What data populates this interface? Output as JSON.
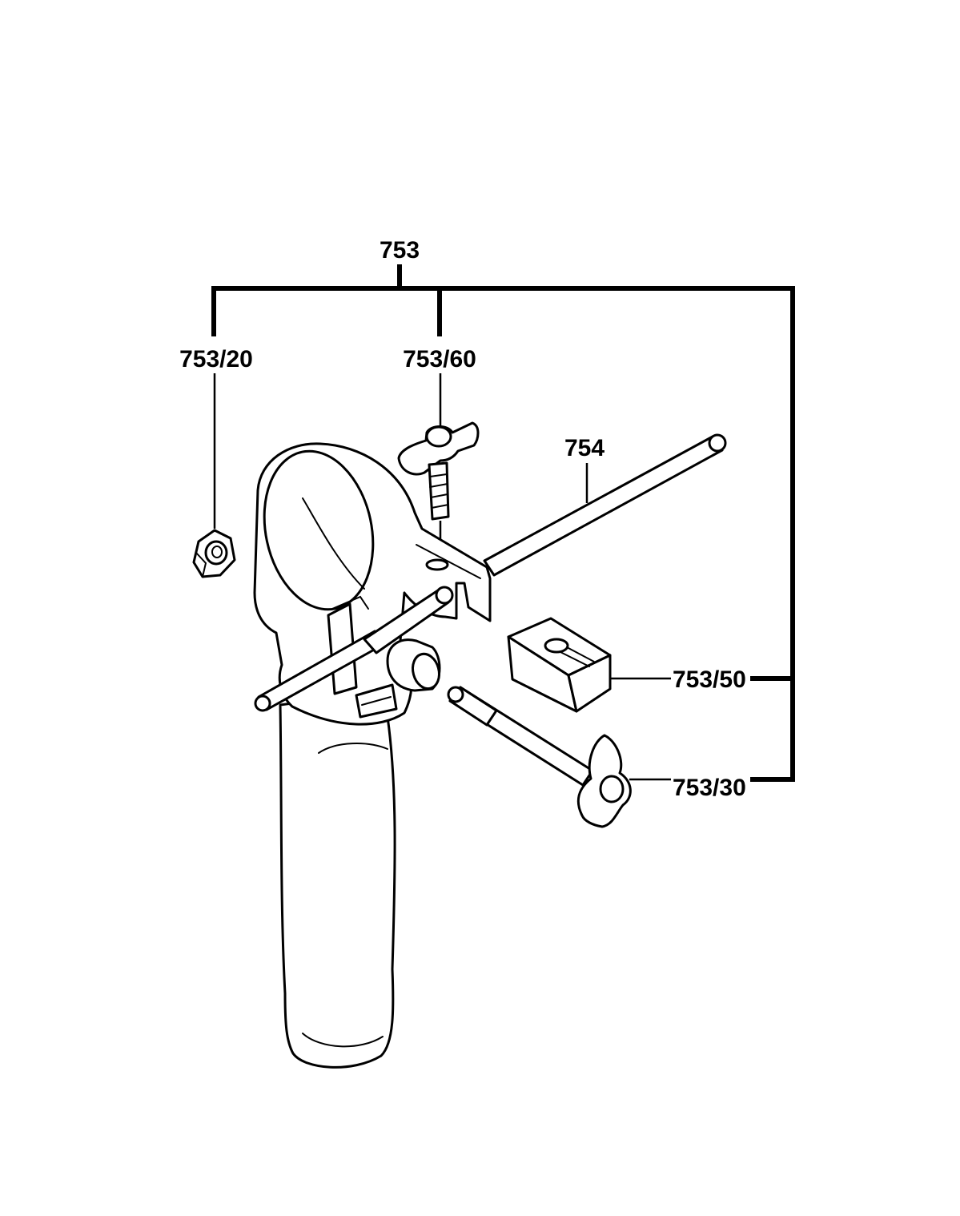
{
  "labels": {
    "assembly": "753",
    "nut": "753/20",
    "wing_screw": "753/60",
    "depth_rod": "754",
    "clamp_block": "753/50",
    "clamp_screw": "753/30"
  },
  "colors": {
    "ink": "#000000",
    "paper": "#ffffff"
  }
}
